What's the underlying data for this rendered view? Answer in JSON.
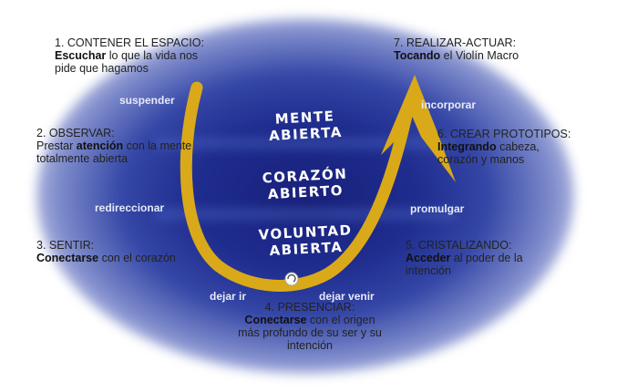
{
  "steps": {
    "s1": {
      "title": "1. CONTENER EL ESPACIO:",
      "bold": "Escuchar",
      "rest1": " lo que la vida nos",
      "line3": "pide que hagamos"
    },
    "s2": {
      "title": "2. OBSERVAR:",
      "pre": "Prestar ",
      "bold": "atención",
      "rest1": " con la mente",
      "line3": "totalmente abierta"
    },
    "s3": {
      "title": "3. SENTIR:",
      "bold": "Conectarse",
      "rest1": " con el corazón"
    },
    "s4": {
      "title": "4. PRESENCIAR:",
      "bold": "Conectarse",
      "rest1": " con el origen",
      "line3": "más profundo de su ser y su",
      "line4": "intención"
    },
    "s5": {
      "title": "5. CRISTALIZANDO:",
      "bold": "Acceder",
      "rest1": " al poder de la",
      "line3": "intención"
    },
    "s6": {
      "title": "6. CREAR PROTOTIPOS:",
      "bold": "Integrando",
      "rest1": " cabeza,",
      "line3": "corazón y manos"
    },
    "s7": {
      "title": "7. REALIZAR-ACTUAR:",
      "bold": "Tocando",
      "rest1": " el Violín Macro"
    }
  },
  "movements": {
    "suspender": "suspender",
    "redireccionar": "redireccionar",
    "dejar_ir": "dejar ir",
    "dejar_venir": "dejar venir",
    "promulgar": "promulgar",
    "incorporar": "incorporar"
  },
  "center": {
    "mente": [
      "MENTE",
      "ABIERTA"
    ],
    "corazon": [
      "CORAZÓN",
      "ABIERTO"
    ],
    "voluntad": [
      "VOLUNTAD",
      "ABIERTA"
    ]
  },
  "colors": {
    "arrow": "#d9a91a",
    "navy": "#1c2587"
  }
}
